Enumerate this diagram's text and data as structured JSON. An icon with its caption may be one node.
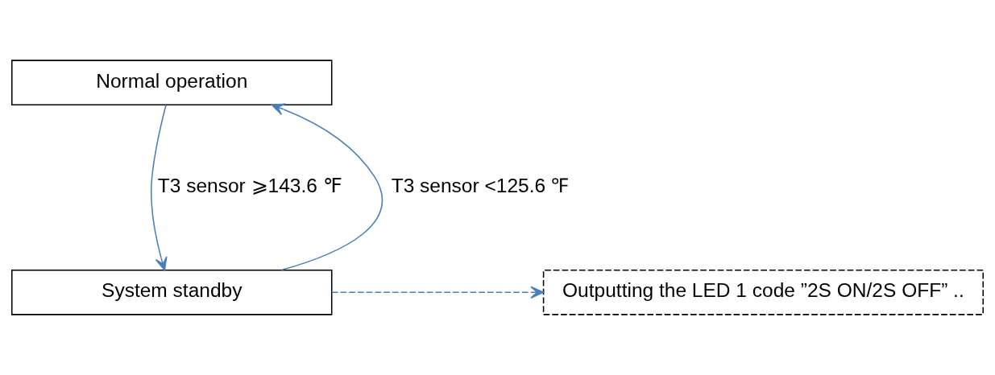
{
  "diagram": {
    "nodes": [
      {
        "text": [
          "Normal operation"
        ]
      },
      {
        "text": [
          "System standby"
        ]
      },
      {
        "text": [
          "Outputting the LED 1 code ”2S ON/2S OFF” .."
        ]
      }
    ],
    "edges": [
      {
        "from": 0,
        "to": 1,
        "arrow": "to",
        "label": "T3 sensor ⩾143.6 ℉"
      },
      {
        "from": 1,
        "to": 0,
        "arrow": "to",
        "label": "T3 sensor <125.6 ℉"
      },
      {
        "from": 1,
        "to": 2,
        "arrow": "to",
        "style": "dashed"
      }
    ]
  }
}
